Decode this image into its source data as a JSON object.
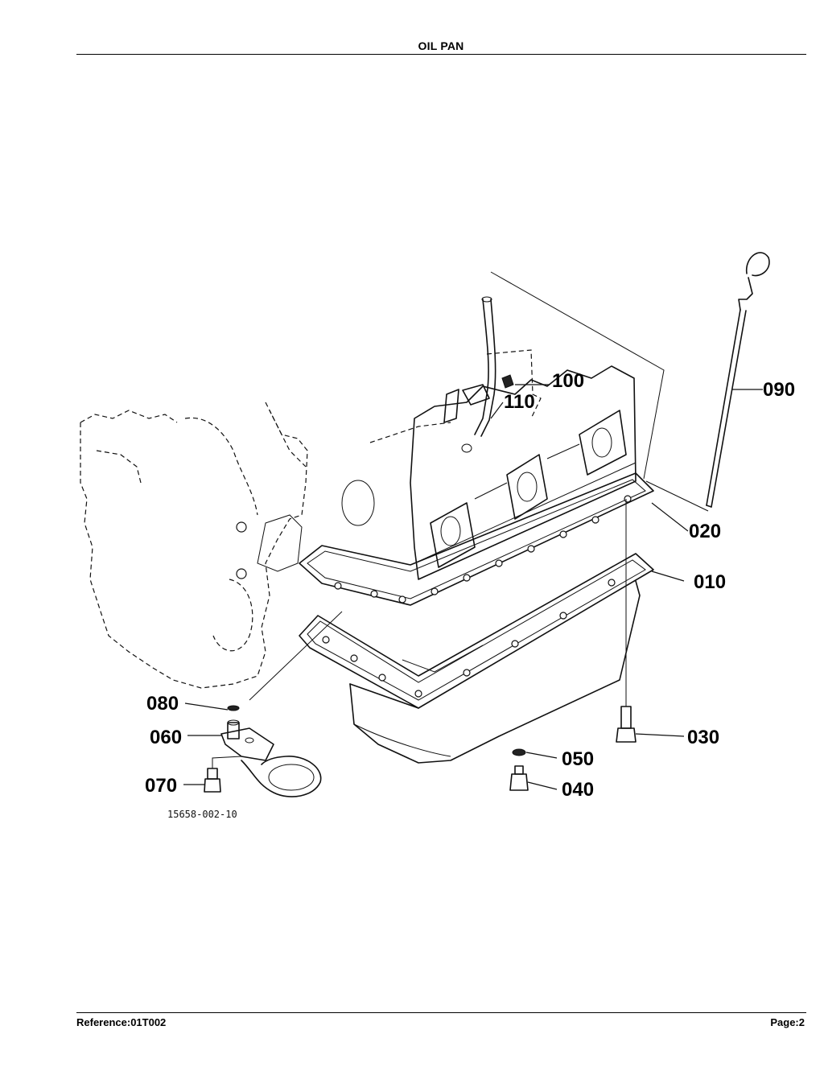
{
  "header": {
    "title": "OIL PAN"
  },
  "footer": {
    "reference": "Reference:01T002",
    "page": "Page:2"
  },
  "diagram": {
    "drawing_code": "15658-002-10",
    "callouts": {
      "c010": "010",
      "c020": "020",
      "c030": "030",
      "c040": "040",
      "c050": "050",
      "c060": "060",
      "c070": "070",
      "c080": "080",
      "c090": "090",
      "c100": "100",
      "c110": "110"
    }
  }
}
